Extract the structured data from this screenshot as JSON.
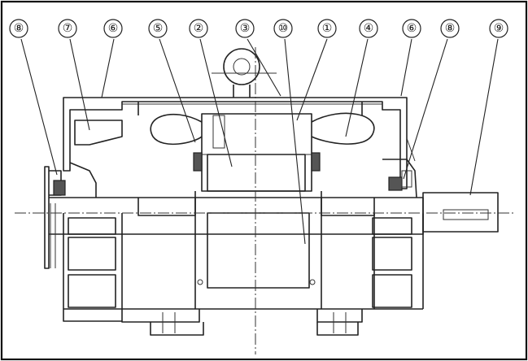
{
  "callouts": [
    {
      "id": "c8l",
      "label": "⑧"
    },
    {
      "id": "c7",
      "label": "⑦"
    },
    {
      "id": "c6l",
      "label": "⑥"
    },
    {
      "id": "c5",
      "label": "⑤"
    },
    {
      "id": "c2",
      "label": "②"
    },
    {
      "id": "c3",
      "label": "③"
    },
    {
      "id": "c10",
      "label": "⑩"
    },
    {
      "id": "c1",
      "label": "①"
    },
    {
      "id": "c4",
      "label": "④"
    },
    {
      "id": "c6r",
      "label": "⑥"
    },
    {
      "id": "c8r",
      "label": "⑧"
    },
    {
      "id": "c9",
      "label": "⑨"
    }
  ]
}
